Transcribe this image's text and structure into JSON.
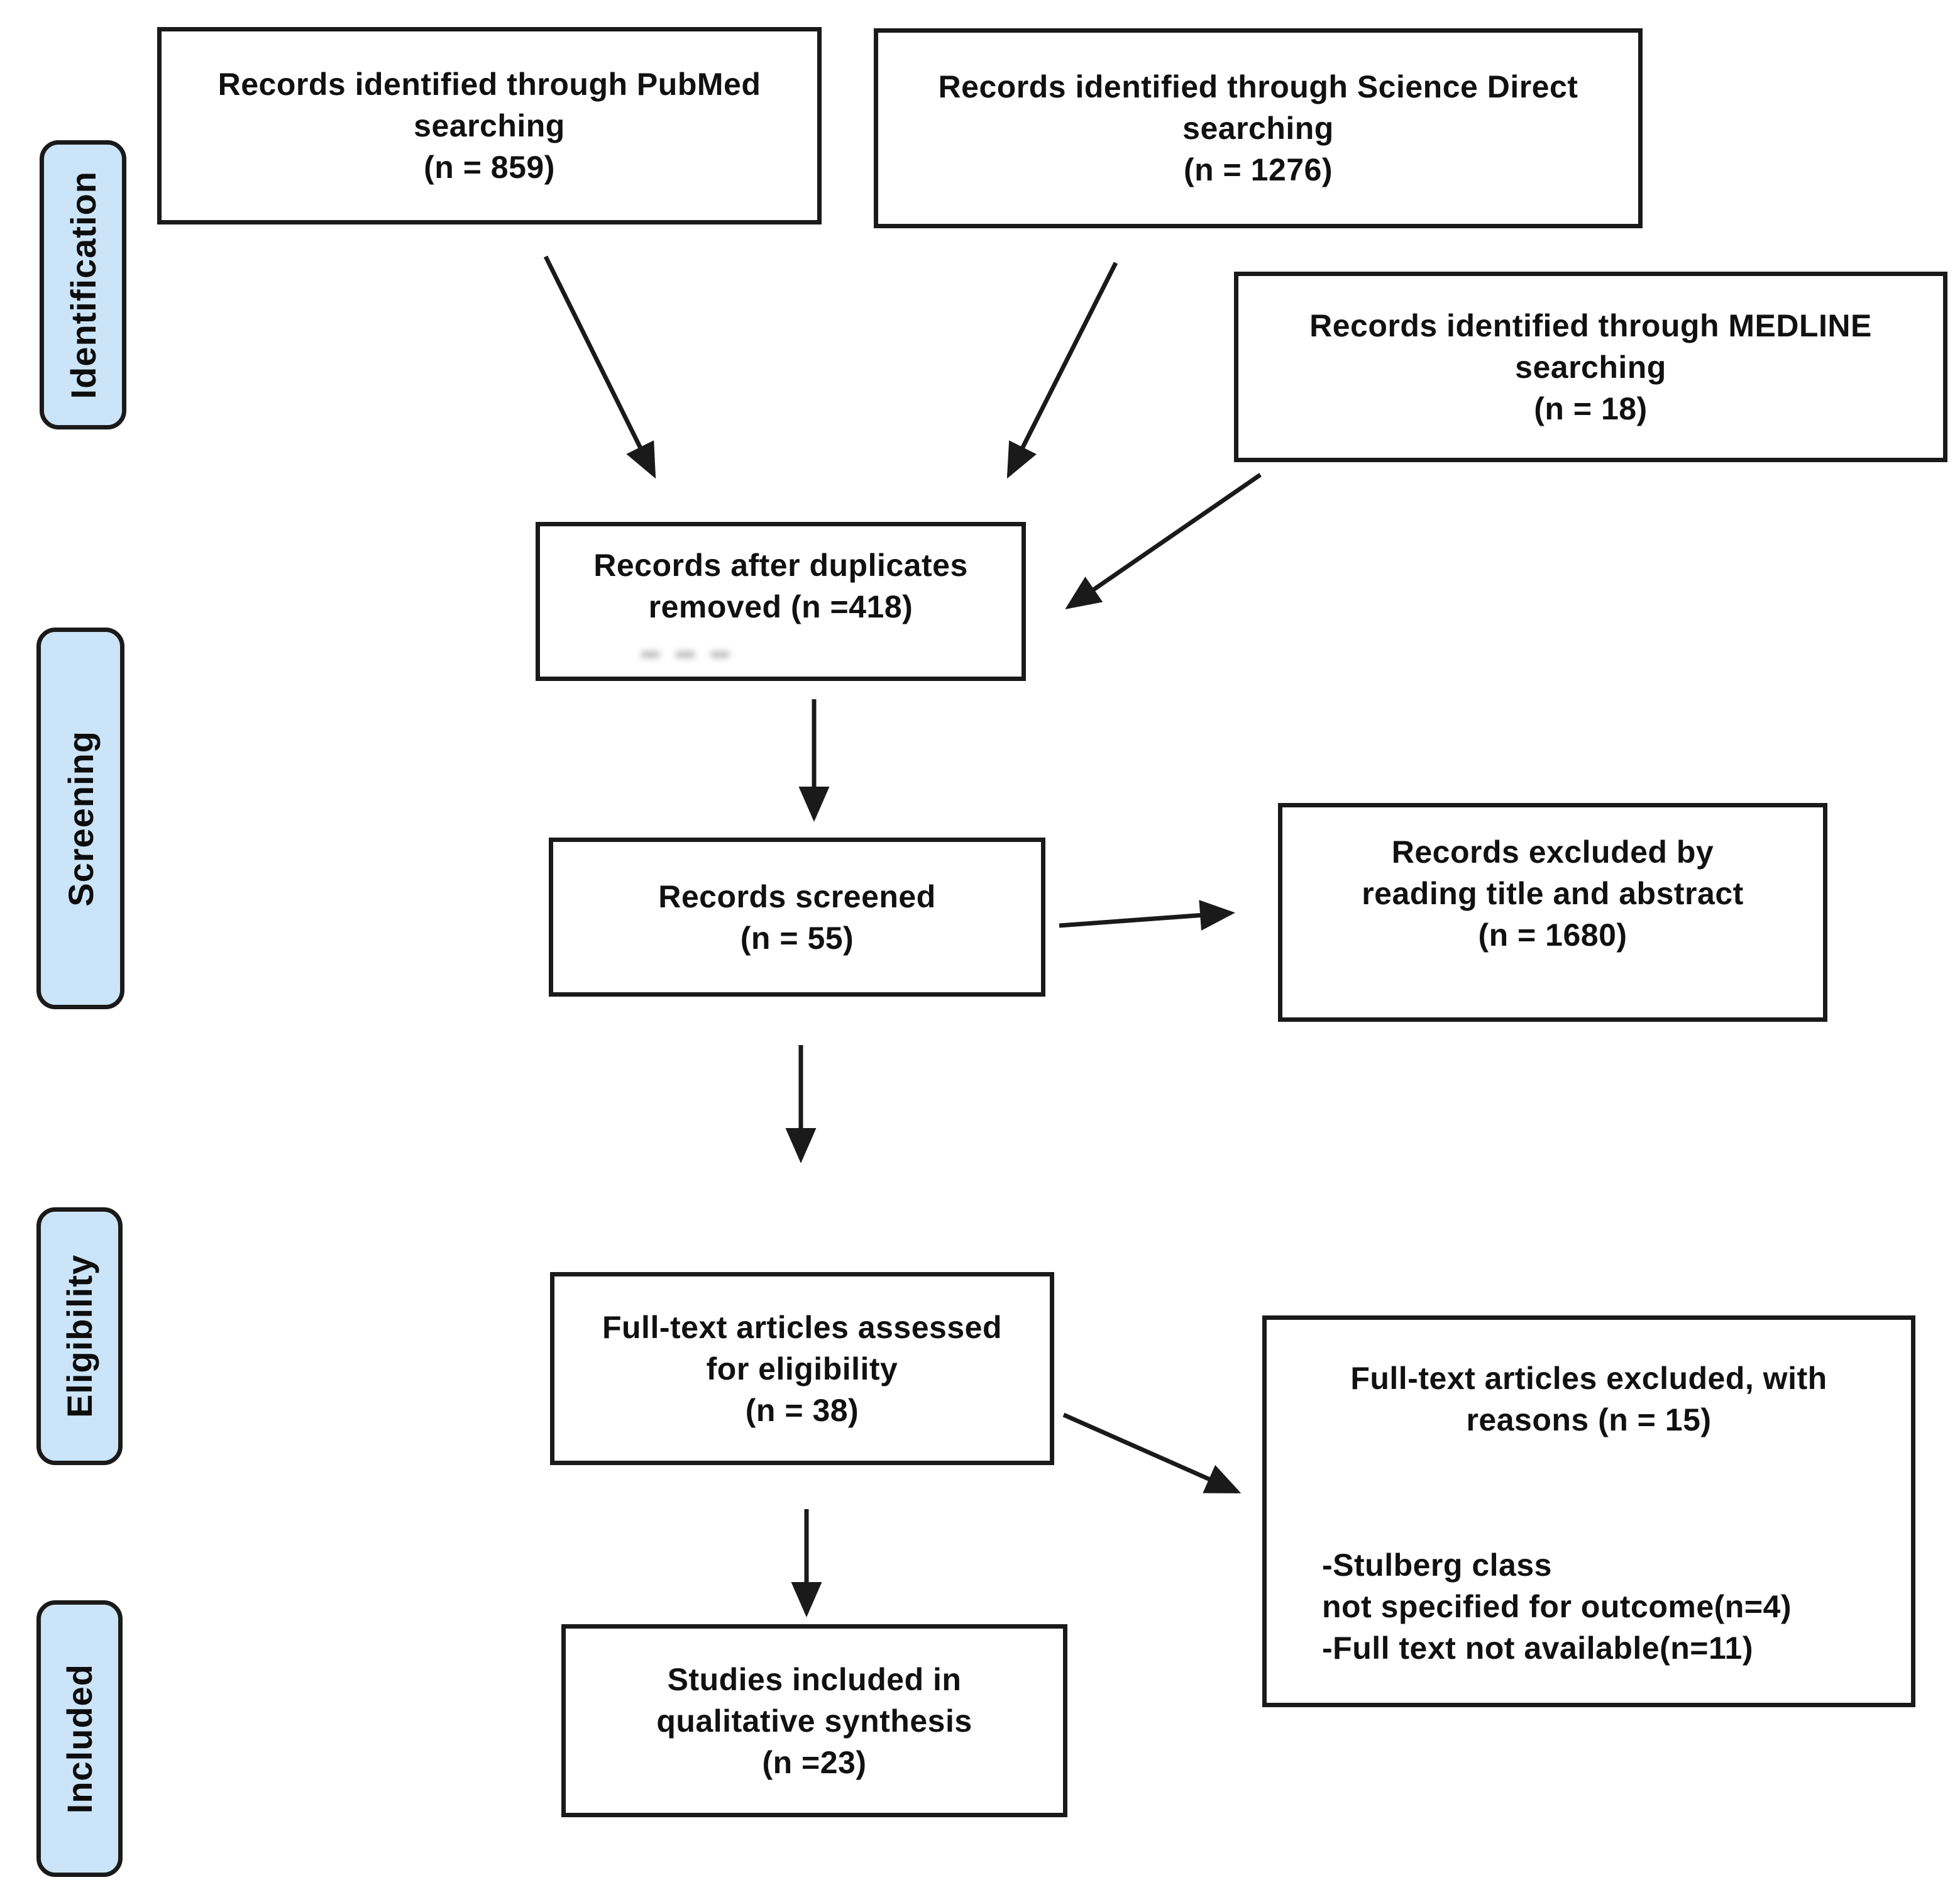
{
  "stages": [
    {
      "id": "identification",
      "label": "Identification"
    },
    {
      "id": "screening",
      "label": "Screening"
    },
    {
      "id": "eligibility",
      "label": "Eligibility"
    },
    {
      "id": "included",
      "label": "Included"
    }
  ],
  "boxes": {
    "pubmed": {
      "lines": [
        "Records identified through PubMed",
        "searching",
        "(n = 859)"
      ]
    },
    "science_direct": {
      "lines": [
        "Records identified through Science Direct",
        "searching",
        "(n = 1276)"
      ]
    },
    "medline": {
      "lines": [
        "Records identified through MEDLINE",
        "searching",
        "(n = 18)"
      ]
    },
    "duplicates": {
      "lines": [
        "Records after duplicates",
        "removed (n =418)"
      ]
    },
    "screened": {
      "lines": [
        "Records screened",
        "(n = 55)"
      ]
    },
    "excluded_screening": {
      "lines": [
        "Records excluded by",
        "reading title and abstract",
        "(n = 1680)"
      ]
    },
    "fulltext": {
      "lines": [
        "Full-text articles assessed",
        "for eligibility",
        "(n = 38)"
      ]
    },
    "excluded_reasons": {
      "title_lines": [
        "Full-text articles excluded, with",
        "reasons (n = 15)"
      ],
      "detail_lines": [
        "-Stulberg class",
        "not specified for outcome(n=4)",
        "-Full text not available(n=11)"
      ]
    },
    "included": {
      "lines": [
        "Studies included in",
        "qualitative synthesis",
        "(n =23)"
      ]
    }
  },
  "connections": [
    {
      "from": "pubmed",
      "to": "duplicates"
    },
    {
      "from": "science_direct",
      "to": "duplicates"
    },
    {
      "from": "medline",
      "to": "duplicates"
    },
    {
      "from": "duplicates",
      "to": "screened"
    },
    {
      "from": "screened",
      "to": "excluded_screening"
    },
    {
      "from": "screened",
      "to": "fulltext"
    },
    {
      "from": "fulltext",
      "to": "excluded_reasons"
    },
    {
      "from": "fulltext",
      "to": "included"
    }
  ],
  "colors": {
    "stage_fill": "#cce4f7",
    "border": "#1a1a1a",
    "arrow": "#1a1a1a",
    "background": "#ffffff"
  }
}
